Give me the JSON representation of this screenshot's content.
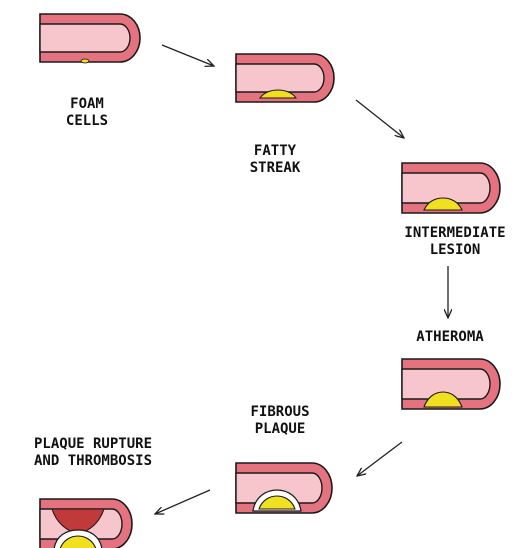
{
  "stages": [
    {
      "id": "foam-cells",
      "lines": [
        "FOAM",
        "CELLS"
      ]
    },
    {
      "id": "fatty-streak",
      "lines": [
        "FATTY",
        "STREAK"
      ]
    },
    {
      "id": "intermediate-lesion",
      "lines": [
        "INTERMEDIATE",
        "LESION"
      ]
    },
    {
      "id": "atheroma",
      "lines": [
        "ATHEROMA"
      ]
    },
    {
      "id": "fibrous-plaque",
      "lines": [
        "FIBROUS",
        "PLAQUE"
      ]
    },
    {
      "id": "plaque-rupture",
      "lines": [
        "PLAQUE RUPTURE",
        "AND THROMBOSIS"
      ]
    }
  ],
  "colors": {
    "vessel_wall": "#e5737f",
    "lumen": "#f6c6cc",
    "outline": "#1a1a1a",
    "plaque_yellow": "#f0e020",
    "fibrous_cap": "#ffffff",
    "thrombus": "#c0393b",
    "arrow": "#222222"
  },
  "icons": {
    "vessel": "vessel-segment-icon",
    "arrow": "arrow-icon"
  }
}
